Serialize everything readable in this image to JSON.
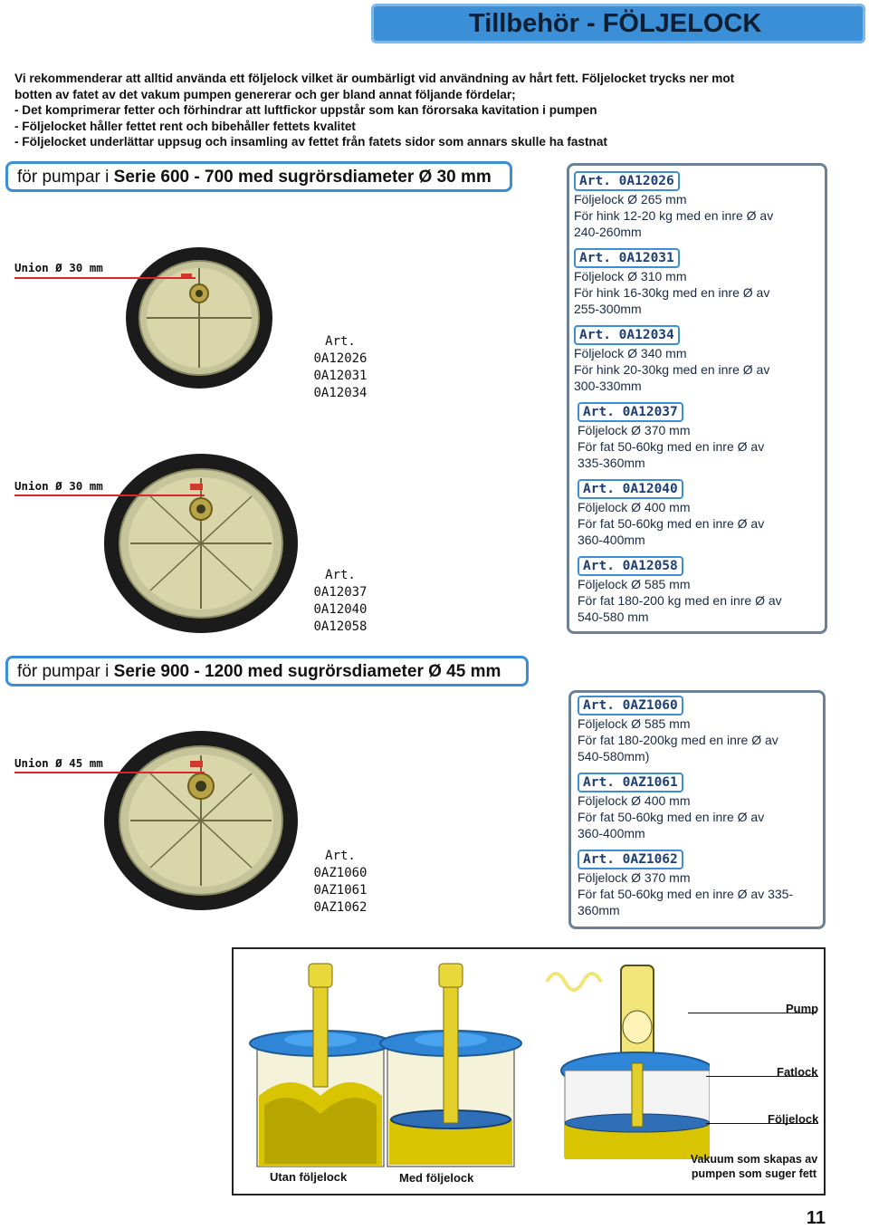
{
  "header": {
    "title": "Tillbehör - FÖLJELOCK"
  },
  "intro": [
    "Vi rekommenderar att alltid använda ett följelock vilket är oumbärligt vid användning av hårt fett. Följelocket trycks ner mot",
    "botten av  fatet av det vakum pumpen genererar och ger bland annat följande fördelar;",
    "- Det komprimerar fetter och förhindrar att luftfickor uppstår som kan förorsaka kavitation i pumpen",
    "- Följelocket håller fettet rent och bibehåller fettets kvalitet",
    "- Följelocket underlättar uppsug och insamling av fettet från fatets sidor som annars skulle ha fastnat"
  ],
  "section1": {
    "prefix": "för pumpar i ",
    "heading": "Serie 600 - 700 med sugrörsdiameter Ø 30 mm",
    "union1": "Union Ø 30 mm",
    "union2": "Union Ø 30 mm",
    "art_label_1": "Art.",
    "art_codes_1": [
      "0A12026",
      "0A12031",
      "0A12034"
    ],
    "art_label_2": "Art.",
    "art_codes_2": [
      "0A12037",
      "0A12040",
      "0A12058"
    ],
    "specs": [
      {
        "art": "Art. 0A12026",
        "lines": [
          "Följelock Ø 265 mm",
          "För hink 12-20 kg med en inre Ø av",
          "240-260mm"
        ]
      },
      {
        "art": "Art. 0A12031",
        "lines": [
          "Följelock Ø 310 mm",
          "För hink 16-30kg med en inre Ø av",
          "255-300mm"
        ]
      },
      {
        "art": "Art. 0A12034",
        "lines": [
          "Följelock Ø 340 mm",
          "För hink 20-30kg med en inre Ø av",
          "300-330mm"
        ]
      },
      {
        "art": "Art. 0A12037",
        "lines": [
          "Följelock Ø 370 mm",
          "För fat 50-60kg med en inre Ø av",
          "335-360mm"
        ]
      },
      {
        "art": "Art. 0A12040",
        "lines": [
          "Följelock Ø 400 mm",
          "För fat 50-60kg med en inre Ø av",
          "360-400mm"
        ]
      },
      {
        "art": "Art. 0A12058",
        "lines": [
          "Följelock Ø 585 mm",
          "För fat 180-200 kg med en inre Ø av",
          "540-580 mm"
        ]
      }
    ]
  },
  "section2": {
    "prefix": "för pumpar i ",
    "heading": "Serie 900 - 1200 med sugrörsdiameter Ø 45 mm",
    "union": "Union Ø 45 mm",
    "art_label": "Art.",
    "art_codes": [
      "0AZ1060",
      "0AZ1061",
      "0AZ1062"
    ],
    "specs": [
      {
        "art": "Art. 0AZ1060",
        "lines": [
          "Följelock Ø 585 mm",
          "För fat 180-200kg med en inre Ø av",
          "540-580mm)"
        ]
      },
      {
        "art": "Art. 0AZ1061",
        "lines": [
          "Följelock Ø 400 mm",
          "För fat 50-60kg med en inre Ø av",
          "360-400mm"
        ]
      },
      {
        "art": "Art. 0AZ1062",
        "lines": [
          "Följelock Ø 370 mm",
          "För fat 50-60kg med en inre Ø av 335-",
          "360mm"
        ]
      }
    ]
  },
  "illustration": {
    "caption_without": "Utan följelock",
    "caption_with": "Med följelock",
    "label_pump": "Pump",
    "label_fatlock": "Fatlock",
    "label_foljelock": "Följelock",
    "label_vacuum_1": "Vakuum som skapas av",
    "label_vacuum_2": "pumpen som suger fett"
  },
  "page_number": "11",
  "colors": {
    "accent": "#3b8fd6",
    "box_border": "#6d8196",
    "red": "#e0242c",
    "grease": "#d8c400"
  }
}
